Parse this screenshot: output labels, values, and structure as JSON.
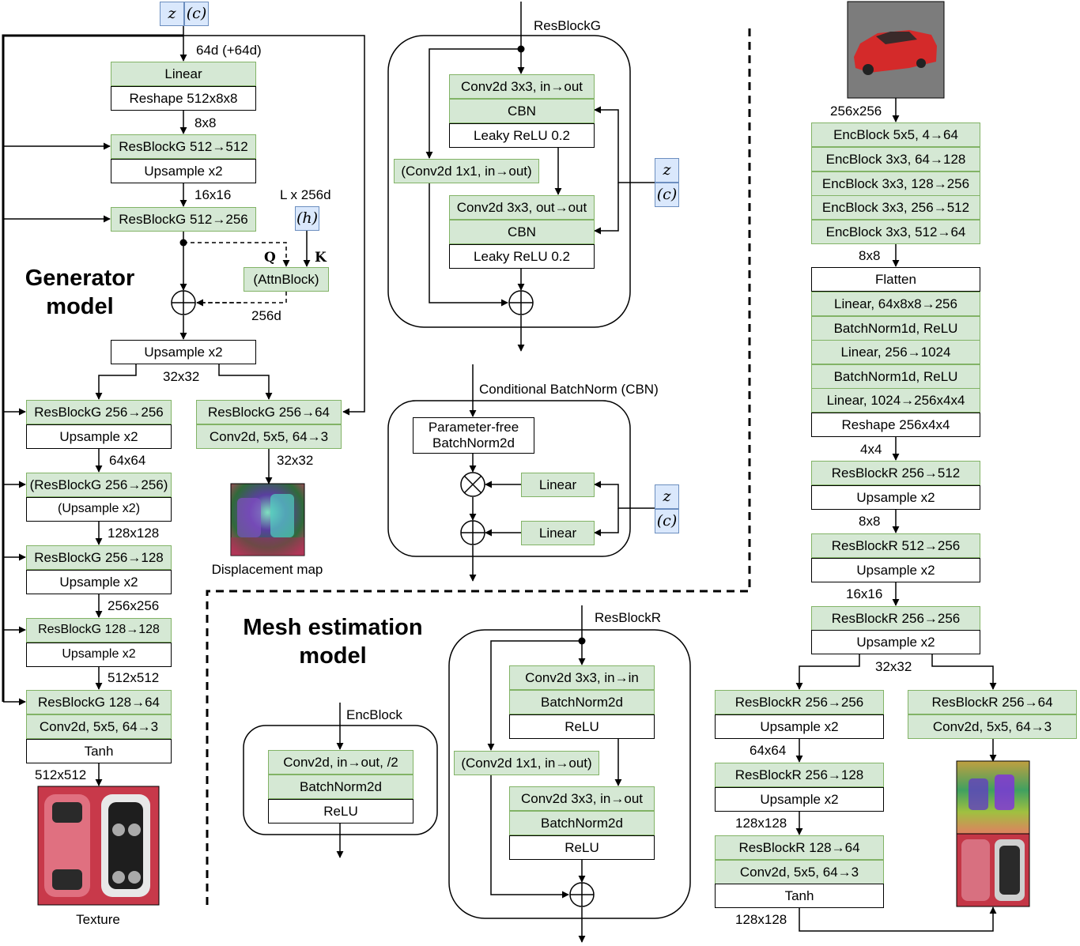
{
  "titles": {
    "generator": "Generator\nmodel",
    "mesh": "Mesh estimation\nmodel"
  },
  "inputs": {
    "z": "z",
    "c": "(c)",
    "h": "(h)"
  },
  "generator": {
    "in_dim": "64d (+64d)",
    "linear": "Linear",
    "reshape": "Reshape 512x8x8",
    "size_8": "8x8",
    "rb1": "ResBlockG 512→512",
    "up1": "Upsample x2",
    "size_16": "16x16",
    "attn_in": "L x 256d",
    "rb2": "ResBlockG 512→256",
    "q": "Q",
    "k": "K",
    "attn": "(AttnBlock)",
    "attn_out": "256d",
    "up2": "Upsample x2",
    "size_32": "32x32",
    "rb3": "ResBlockG 256→256",
    "up3": "Upsample x2",
    "size_64": "64x64",
    "rb4": "(ResBlockG 256→256)",
    "up4": "(Upsample x2)",
    "size_128": "128x128",
    "rb5": "ResBlockG 256→128",
    "up5": "Upsample x2",
    "size_256": "256x256",
    "rb6": "ResBlockG 128→128",
    "up6": "Upsample x2",
    "size_512": "512x512",
    "rb7": "ResBlockG 128→64",
    "conv_out": "Conv2d, 5x5, 64→3",
    "tanh": "Tanh",
    "size_512b": "512x512",
    "texture": "Texture",
    "disp_rb": "ResBlockG 256→64",
    "disp_conv": "Conv2d, 5x5, 64→3",
    "disp_size": "32x32",
    "disp_label": "Displacement map"
  },
  "resblockg": {
    "title": "ResBlockG",
    "conv1": "Conv2d 3x3, in→out",
    "cbn1": "CBN",
    "relu1": "Leaky ReLU 0.2",
    "skip": "(Conv2d 1x1, in→out)",
    "conv2": "Conv2d 3x3, out→out",
    "cbn2": "CBN",
    "relu2": "Leaky ReLU 0.2"
  },
  "cbn": {
    "title": "Conditional BatchNorm (CBN)",
    "bn": "Parameter-free\nBatchNorm2d",
    "linear1": "Linear",
    "linear2": "Linear"
  },
  "encblock": {
    "title": "EncBlock",
    "conv": "Conv2d, in→out, /2",
    "bn": "BatchNorm2d",
    "relu": "ReLU"
  },
  "resblockr": {
    "title": "ResBlockR",
    "conv1": "Conv2d 3x3, in→in",
    "bn1": "BatchNorm2d",
    "relu1": "ReLU",
    "skip": "(Conv2d 1x1, in→out)",
    "conv2": "Conv2d 3x3, in→out",
    "bn2": "BatchNorm2d",
    "relu2": "ReLU"
  },
  "mesh": {
    "size_in": "256x256",
    "enc1": "EncBlock 5x5, 4→64",
    "enc2": "EncBlock 3x3, 64→128",
    "enc3": "EncBlock 3x3, 128→256",
    "enc4": "EncBlock 3x3, 256→512",
    "enc5": "EncBlock 3x3, 512→64",
    "size_8": "8x8",
    "flatten": "Flatten",
    "lin1": "Linear, 64x8x8→256",
    "bn1": "BatchNorm1d, ReLU",
    "lin2": "Linear, 256→1024",
    "bn2": "BatchNorm1d, ReLU",
    "lin3": "Linear, 1024→256x4x4",
    "reshape": "Reshape 256x4x4",
    "size_4": "4x4",
    "rr1": "ResBlockR 256→512",
    "up1": "Upsample x2",
    "size_8b": "8x8",
    "rr2": "ResBlockR 512→256",
    "up2": "Upsample x2",
    "size_16": "16x16",
    "rr3": "ResBlockR 256→256",
    "up3": "Upsample x2",
    "size_32": "32x32",
    "rr4": "ResBlockR 256→256",
    "up4": "Upsample x2",
    "size_64": "64x64",
    "rr5": "ResBlockR 256→128",
    "up5": "Upsample x2",
    "size_128": "128x128",
    "rr6": "ResBlockR 128→64",
    "conv_out": "Conv2d, 5x5, 64→3",
    "tanh": "Tanh",
    "size_128b": "128x128",
    "disp_rr": "ResBlockR 256→64",
    "disp_conv": "Conv2d, 5x5, 64→3"
  }
}
